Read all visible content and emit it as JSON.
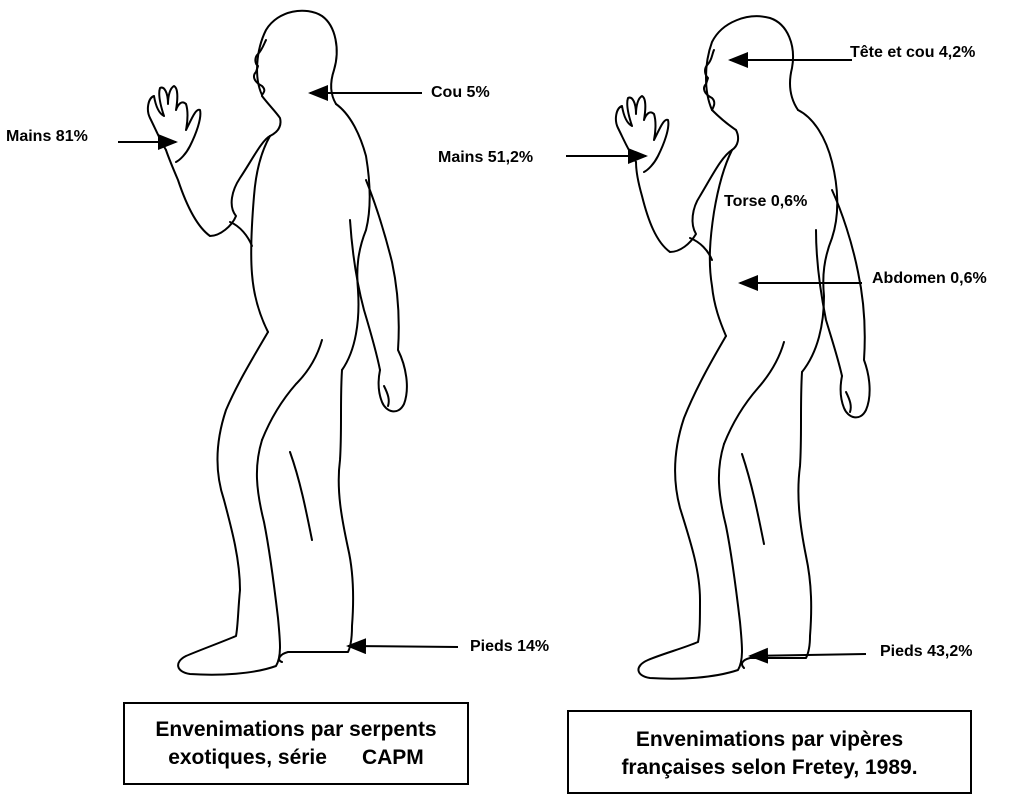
{
  "left_figure": {
    "labels": {
      "mains": "Mains 81%",
      "cou": "Cou 5%",
      "pieds": "Pieds 14%"
    },
    "caption": {
      "line1": "Envenimations par serpents",
      "line2": "exotiques, série      CAPM"
    }
  },
  "right_figure": {
    "labels": {
      "tete": "Tête et cou 4,2%",
      "mains": "Mains 51,2%",
      "torse": "Torse 0,6%",
      "abdomen": "Abdomen 0,6%",
      "pieds": "Pieds 43,2%"
    },
    "caption": {
      "line1": "Envenimations par vipères",
      "line2": "françaises selon Fretey, 1989."
    }
  }
}
